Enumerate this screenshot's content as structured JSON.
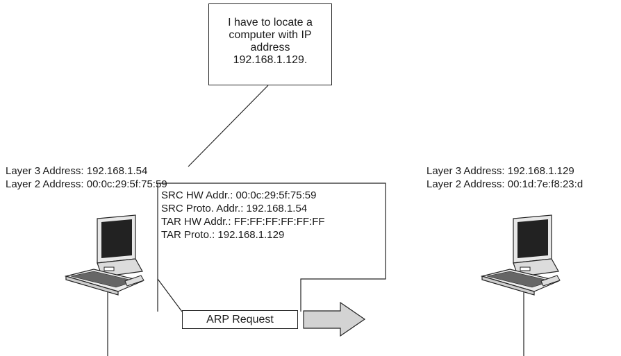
{
  "callout": {
    "lines": [
      "I have to locate a",
      "computer with IP",
      "address",
      "192.168.1.129."
    ]
  },
  "source_host": {
    "layer3": "Layer 3 Address: 192.168.1.54",
    "layer2": "Layer 2 Address: 00:0c:29:5f:75:59",
    "icon": "computer-icon"
  },
  "target_host": {
    "layer3": "Layer 3 Address: 192.168.1.129",
    "layer2": "Layer 2 Address: 00:1d:7e:f8:23:d",
    "icon": "computer-icon"
  },
  "packet": {
    "lines": [
      "SRC HW Addr.: 00:0c:29:5f:75:59",
      "SRC Proto. Addr.: 192.168.1.54",
      "TAR HW Addr.: FF:FF:FF:FF:FF:FF",
      "TAR Proto.: 192.168.1.129"
    ]
  },
  "arp_request": {
    "label": "ARP Request",
    "arrow_color": "#d3d3d3"
  }
}
